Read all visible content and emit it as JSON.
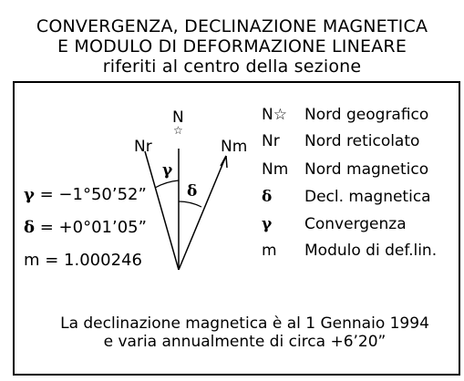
{
  "title": {
    "line1": "CONVERGENZA, DECLINAZIONE MAGNETICA",
    "line2": "E MODULO DI DEFORMAZIONE LINEARE",
    "line3": "riferiti al centro della sezione"
  },
  "diagram": {
    "north_label": "N",
    "north_star": "☆",
    "nr_label": "Nr",
    "nm_label": "Nm",
    "gamma_label": "γ",
    "delta_label": "δ"
  },
  "values": {
    "gamma_symbol": "γ",
    "gamma_value": "= −1°50’52”",
    "delta_symbol": "δ",
    "delta_value": "= +0°01’05”",
    "m_value": "m = 1.000246"
  },
  "legend": [
    {
      "symbol": "N☆",
      "text": "Nord geografico"
    },
    {
      "symbol": "Nr",
      "text": "Nord reticolato"
    },
    {
      "symbol": "Nm",
      "text": "Nord magnetico"
    },
    {
      "symbol": "δ",
      "text": "Decl. magnetica"
    },
    {
      "symbol": "γ",
      "text": "Convergenza"
    },
    {
      "symbol": "m",
      "text": "Modulo di def.lin."
    }
  ],
  "note": {
    "line1": "La declinazione magnetica è al 1 Gennaio 1994",
    "line2": "e varia annualmente di circa +6’20”"
  }
}
